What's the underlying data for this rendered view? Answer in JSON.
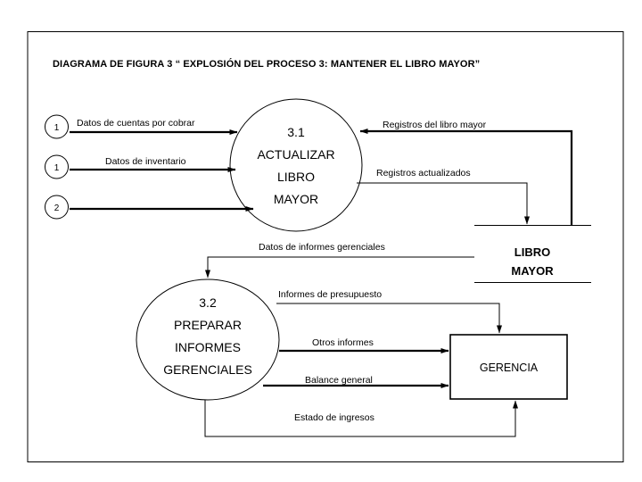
{
  "diagram": {
    "title": "DIAGRAMA DE FIGURA 3 “ EXPLOSIÓN DEL PROCESO 3: MANTENER EL LIBRO MAYOR”",
    "type": "data-flow-diagram",
    "border_color": "#000000",
    "line_color": "#000000",
    "background_color": "#ffffff"
  },
  "sources": [
    {
      "id": "src-1",
      "label": "1"
    },
    {
      "id": "src-2",
      "label": "1"
    },
    {
      "id": "src-3",
      "label": "2"
    }
  ],
  "processes": [
    {
      "id": "process-3-1",
      "number": "3.1",
      "name_lines": [
        "ACTUALIZAR",
        "LIBRO",
        "MAYOR"
      ],
      "shape": "circle"
    },
    {
      "id": "process-3-2",
      "number": "3.2",
      "name_lines": [
        "PREPARAR",
        "INFORMES",
        "GERENCIALES"
      ],
      "shape": "ellipse"
    }
  ],
  "data_stores": [
    {
      "id": "store-libro-mayor",
      "name_lines": [
        "LIBRO",
        "MAYOR"
      ],
      "shape": "open-ended-rectangle"
    }
  ],
  "entities": [
    {
      "id": "entity-gerencia",
      "name": "GERENCIA",
      "shape": "rectangle"
    }
  ],
  "flows": [
    {
      "id": "flow-cuentas-por-cobrar",
      "label": "Datos de cuentas por cobrar",
      "from": "src-1",
      "to": "process-3-1"
    },
    {
      "id": "flow-inventario",
      "label": "Datos de inventario",
      "from": "src-2",
      "to": "process-3-1"
    },
    {
      "id": "flow-unlabeled-2",
      "label": "",
      "from": "src-3",
      "to": "process-3-1"
    },
    {
      "id": "flow-registros-libro-mayor",
      "label": "Registros del libro mayor",
      "from": "store-libro-mayor",
      "to": "process-3-1"
    },
    {
      "id": "flow-registros-actualizados",
      "label": "Registros actualizados",
      "from": "process-3-1",
      "to": "store-libro-mayor"
    },
    {
      "id": "flow-datos-informes",
      "label": "Datos de informes gerenciales",
      "from": "store-libro-mayor",
      "to": "process-3-2"
    },
    {
      "id": "flow-informes-presupuesto",
      "label": "Informes de presupuesto",
      "from": "process-3-2",
      "to": "entity-gerencia"
    },
    {
      "id": "flow-otros-informes",
      "label": "Otros informes",
      "from": "process-3-2",
      "to": "entity-gerencia"
    },
    {
      "id": "flow-balance-general",
      "label": "Balance general",
      "from": "process-3-2",
      "to": "entity-gerencia"
    },
    {
      "id": "flow-estado-ingresos",
      "label": "Estado de ingresos",
      "from": "process-3-2",
      "to": "entity-gerencia"
    }
  ]
}
